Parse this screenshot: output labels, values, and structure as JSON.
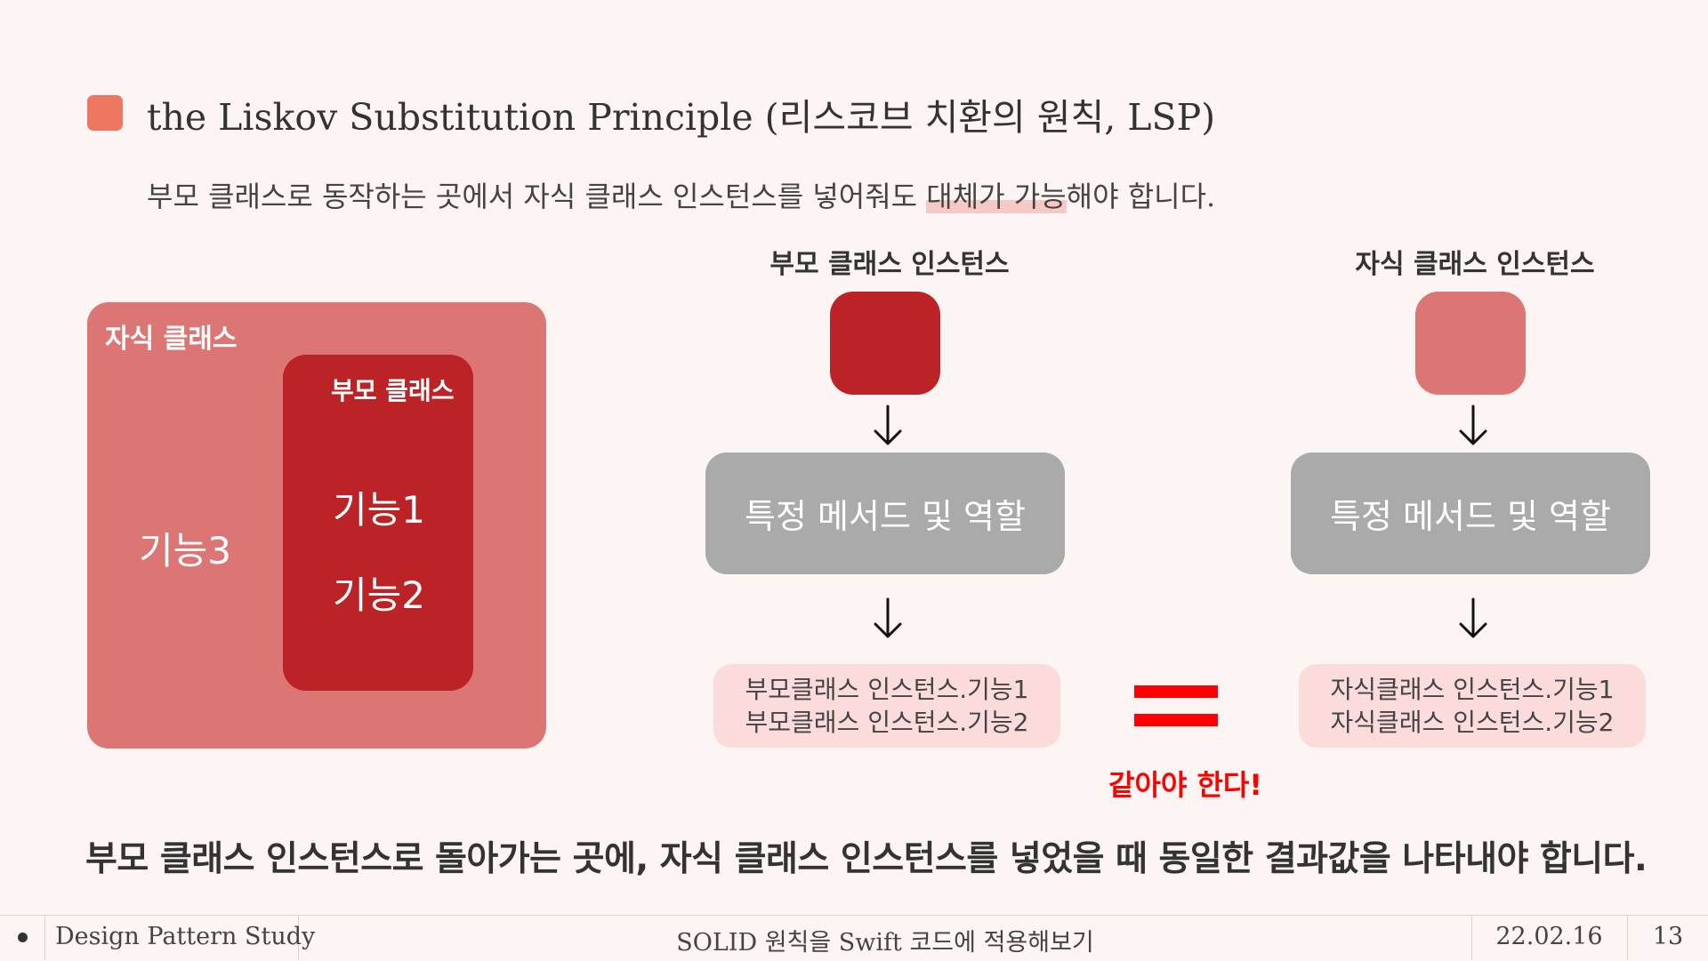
{
  "colors": {
    "accent": "#ee7762",
    "child_fill": "#dc7674",
    "parent_fill": "#bb2326",
    "method_gray": "#aaaaaa",
    "result_pink": "#fbdcda",
    "equal_red": "#ff0000"
  },
  "title": "the Liskov Substitution Principle (리스코브 치환의 원칙, LSP)",
  "subtitle": {
    "part1": "부모 클래스로 동작하는 곳에서 자식 클래스 인스턴스를 넣어줘도 ",
    "highlight": "대체가 가능",
    "part2": "해야 합니다."
  },
  "diagram": {
    "child_label": "자식 클래스",
    "parent_label": "부모 클래스",
    "feature1": "기능1",
    "feature2": "기능2",
    "feature3": "기능3"
  },
  "parent_column": {
    "heading": "부모 클래스 인스턴스",
    "method": "특정 메서드 및 역할",
    "result_line1": "부모클래스 인스턴스.기능1",
    "result_line2": "부모클래스 인스턴스.기능2"
  },
  "child_column": {
    "heading": "자식 클래스 인스턴스",
    "method": "특정 메서드 및 역할",
    "result_line1": "자식클래스 인스턴스.기능1",
    "result_line2": "자식클래스 인스턴스.기능2"
  },
  "equal_text": "같아야 한다!",
  "conclusion": "부모 클래스 인스턴스로 돌아가는 곳에, 자식 클래스 인스턴스를 넣었을 때 동일한 결과값을 나타내야 합니다.",
  "footer": {
    "left": "Design Pattern Study",
    "center": "SOLID 원칙을 Swift 코드에 적용해보기",
    "date": "22.02.16",
    "page": "13"
  }
}
